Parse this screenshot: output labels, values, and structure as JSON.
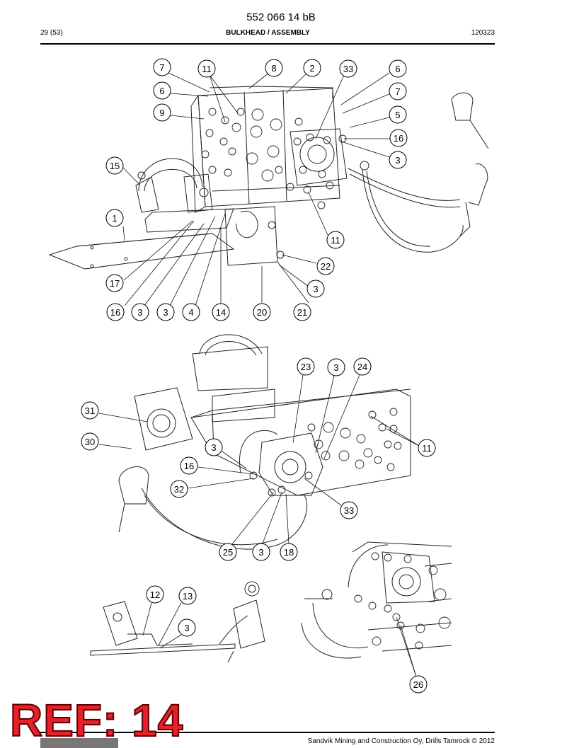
{
  "header": {
    "doc_number": "552 066 14 bB",
    "page": "29 (53)",
    "section_title": "BULKHEAD / ASSEMBLY",
    "date_code": "120323"
  },
  "callouts": {
    "view1": [
      "7",
      "11",
      "8",
      "2",
      "33",
      "6",
      "6",
      "7",
      "9",
      "5",
      "16",
      "3",
      "15",
      "1",
      "11",
      "22",
      "17",
      "3",
      "16",
      "3",
      "3",
      "4",
      "14",
      "20",
      "21"
    ],
    "view2": [
      "23",
      "3",
      "24",
      "31",
      "30",
      "11",
      "3",
      "16",
      "32",
      "33",
      "25",
      "3",
      "18"
    ],
    "view3": [
      "12",
      "13",
      "3"
    ],
    "view4": [
      "26"
    ]
  },
  "stamp": {
    "text": "REF: 14"
  },
  "footer": {
    "copyright": "Sandvik Mining and Construction Oy, Drills Tamrock © 2012"
  }
}
